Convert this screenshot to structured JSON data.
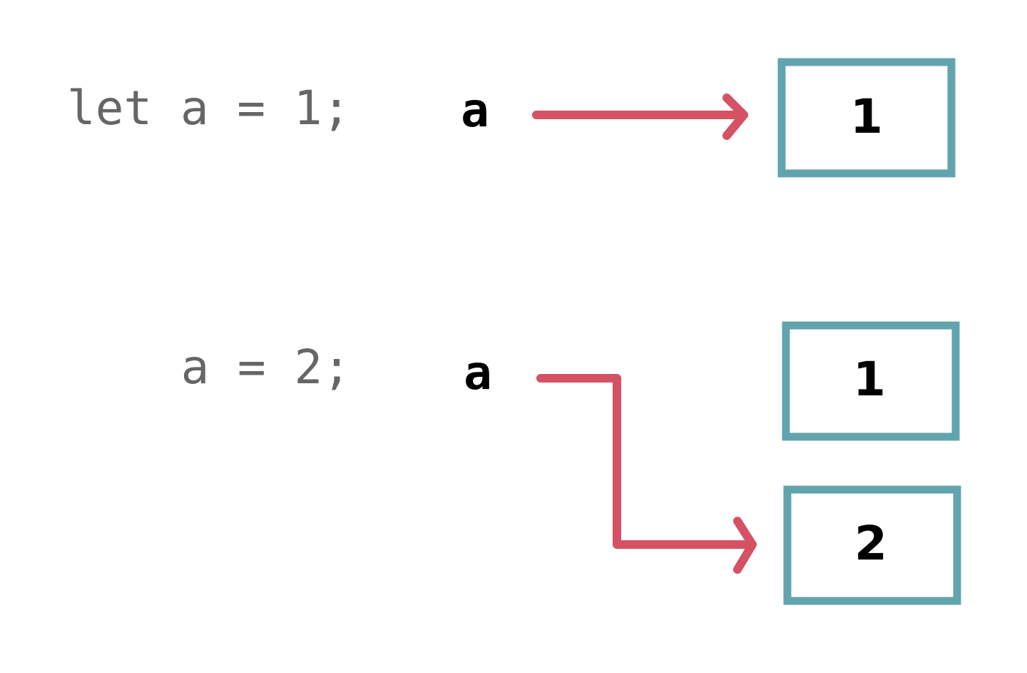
{
  "rows": [
    {
      "code": "let a = 1;",
      "variable": "a",
      "boxes": [
        "1"
      ]
    },
    {
      "code": "a = 2;",
      "variable": "a",
      "boxes": [
        "1",
        "2"
      ]
    }
  ],
  "colors": {
    "code_text": "#666666",
    "variable_text": "#000000",
    "box_border": "#62a4ad",
    "arrow": "#d45263"
  }
}
